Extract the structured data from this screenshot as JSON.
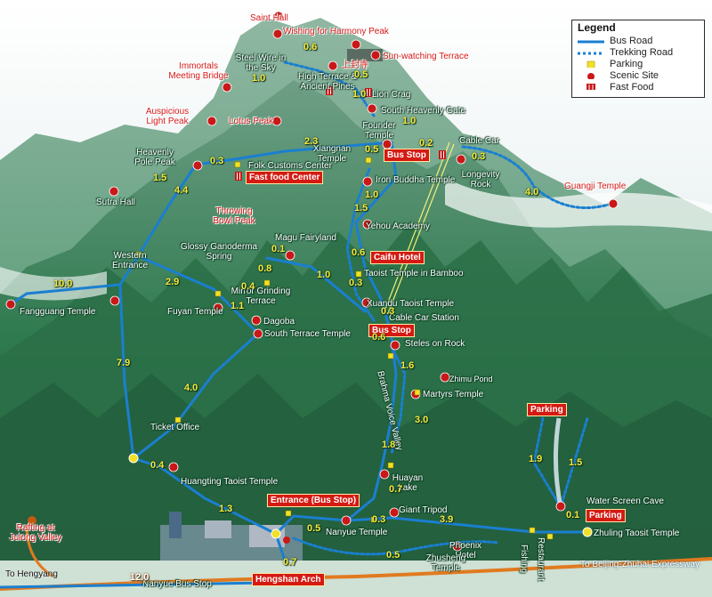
{
  "legend": {
    "title": "Legend",
    "items": [
      {
        "label": "Bus Road",
        "symbol": "solid-blue-line"
      },
      {
        "label": "Trekking Road",
        "symbol": "dotted-blue-line"
      },
      {
        "label": "Parking",
        "symbol": "yellow-square"
      },
      {
        "label": "Scenic Site",
        "symbol": "red-circle"
      },
      {
        "label": "Fast Food",
        "symbol": "fast-food-icon"
      }
    ]
  },
  "colors": {
    "bus_road": "#1a7fd0",
    "trekking_road": "#1a7fd0",
    "scenic_site": "#c81818",
    "parking": "#f2e024",
    "mountain": "#2f7a4f",
    "label_box": "#d41a12",
    "outer_road": "#e07a20"
  },
  "red_labels": {
    "saint_hall": "Saint Hall",
    "wishing_peak": "Wishing for Harmony Peak",
    "sun_watching": "Sun-watching Terrace",
    "immortals": "Immortals Meeting Bridge",
    "auspicious": "Auspicious Light Peak",
    "lotus": "Lotus Peak",
    "throwing_bowl": "Throwing Bowl Peak",
    "guangji": "Guangji Temple",
    "rafting": "Rafting at Julong Valley"
  },
  "places": {
    "steel_wire": "Steel Wire in the Sky",
    "high_terrace": "High Terrace & Ancient Pines",
    "lion_crag": "Lion Crag",
    "south_heavenly_gate": "South Heavenly Gate",
    "founder_temple": "Founder Temple",
    "xiangnan_temple": "Xiangnan Temple",
    "cable_car": "Cable Car",
    "longevity_rock": "Longevity Rock",
    "heavenly_pole": "Heavenly Pole Peak",
    "folk_customs": "Folk Customs Center",
    "sutra_hall": "Sutra Hall",
    "iron_buddha": "Iron Buddha Temple",
    "yehou": "Yehou Academy",
    "magu": "Magu Fairyland",
    "glossy": "Glossy Ganoderma Spring",
    "western_entrance": "Western Entrance",
    "taoist_bamboo": "Taoist Temple in Bamboo",
    "fyuan": "Fuyan Temple",
    "mirror": "Mirror Grinding Terrace",
    "xuandu": "Xuandu Taoist Temple",
    "cable_station": "Cable Car Station",
    "fangguang": "Fangguang Temple",
    "dagoba": "Dagoba",
    "south_terrace": "South Terrace Temple",
    "steles": "Steles on Rock",
    "zhimu": "Zhimu Pond",
    "martyrs": "Martyrs Temple",
    "brahma": "Brahma Voice Valley",
    "ticket": "Ticket Office",
    "huangting": "Huangting Taoist Temple",
    "huayan": "Huayan Lake",
    "water_screen": "Water Screen Cave",
    "giant_tripod": "Giant Tripod",
    "nanyue_temple": "Nanyue Temple",
    "phoenix": "Phoenix Hotel",
    "zhusheng": "Zhusheng Temple",
    "fishing": "Fishing",
    "restaurant": "Restaurant",
    "zhuling": "Zhuling Taosit Temple",
    "to_beijing": "To Beijing-Zhuhai Expressway",
    "to_hengyang": "To Hengyang",
    "nanyue_bus": "Nanyue Bus Stop",
    "chinese_sign": "上封寺"
  },
  "boxes": {
    "bus_stop_top": "Bus Stop",
    "fast_food_center": "Fast food Center",
    "caifu": "Caifu Hotel",
    "bus_stop_mid": "Bus Stop",
    "parking_right": "Parking",
    "entrance": "Entrance (Bus Stop)",
    "parking_bottom": "Parking",
    "hengshan_arch": "Hengshan Arch"
  },
  "distances": {
    "d0_6": "0.6",
    "d1_0a": "1.0",
    "d0_5a": "0.5",
    "d1_0b": "1.0",
    "d1_0c": "1.0",
    "d2_3": "2.3",
    "d0_5b": "0.5",
    "d0_2": "0.2",
    "d0_3a": "0.3",
    "d4_0a": "4.0",
    "d0_3b": "0.3",
    "d1_5a": "1.5",
    "d4_4": "4.4",
    "d1_0d": "1.0",
    "d1_5b": "1.5",
    "d0_1a": "0.1",
    "d0_8": "0.8",
    "d1_0e": "1.0",
    "d0_6b": "0.6",
    "d0_3c": "0.3",
    "d10_0": "10.0",
    "d2_9": "2.9",
    "d0_4a": "0.4",
    "d1_1": "1.1",
    "d0_3d": "0.3",
    "d0_6c": "0.6",
    "d7_9": "7.9",
    "d4_0b": "4.0",
    "d1_6": "1.6",
    "d3_0": "3.0",
    "d1_8": "1.8",
    "d0_7a": "0.7",
    "d0_4b": "0.4",
    "d1_3": "1.3",
    "d1_9": "1.9",
    "d1_5c": "1.5",
    "d0_1b": "0.1",
    "d0_3e": "0.3",
    "d3_9": "3.9",
    "d0_5c": "0.5",
    "d0_5d": "0.5",
    "d0_7b": "0.7",
    "d12_0": "12.0"
  }
}
